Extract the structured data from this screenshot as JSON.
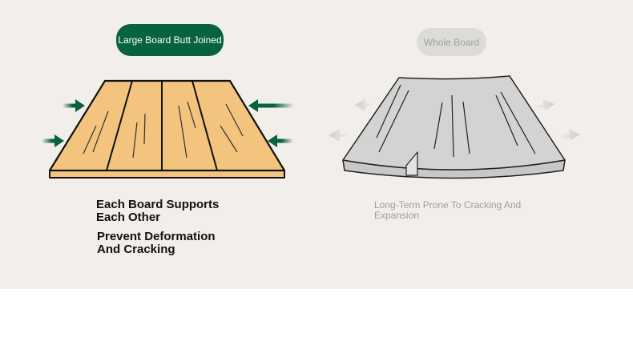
{
  "left": {
    "label": "Large Board Butt Joined",
    "caption_1": "Each Board Supports Each Other",
    "caption_2": "Prevent Deformation And Cracking"
  },
  "right": {
    "label": "Whole Board",
    "caption": "Long-Term Prone To Cracking And Expansion"
  },
  "colors": {
    "accent_green": "#07623f",
    "wood": "#f2c47d",
    "grey_board": "#d3d3d3",
    "background": "#f2eee9"
  },
  "icons": [
    "inward-arrow-icon",
    "outward-arrow-icon",
    "wood-board-illustration",
    "whole-board-illustration"
  ]
}
